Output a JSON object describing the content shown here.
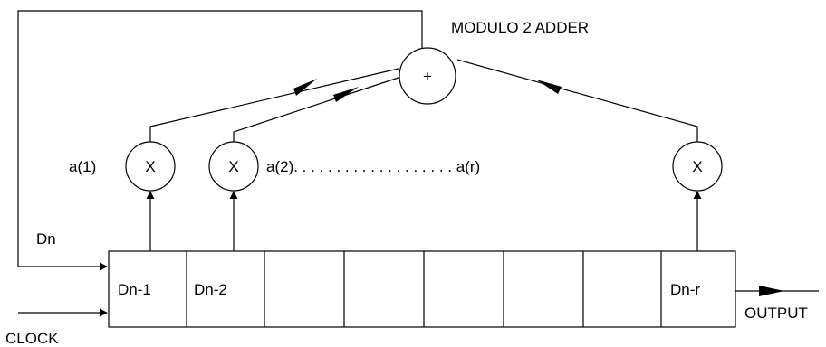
{
  "labels": {
    "adder_title": "MODULO 2 ADDER",
    "adder_symbol": "+",
    "multiplier_symbol": "X",
    "coef_1": "a(1)",
    "coef_2_to_r": "a(2). . . . . . . . . . . . . . . . . . . a(r)",
    "input": "Dn",
    "clock": "CLOCK",
    "output": "OUTPUT"
  },
  "register": {
    "cells": [
      "Dn-1",
      "Dn-2",
      "",
      "",
      "",
      "",
      "",
      "Dn-r"
    ]
  }
}
